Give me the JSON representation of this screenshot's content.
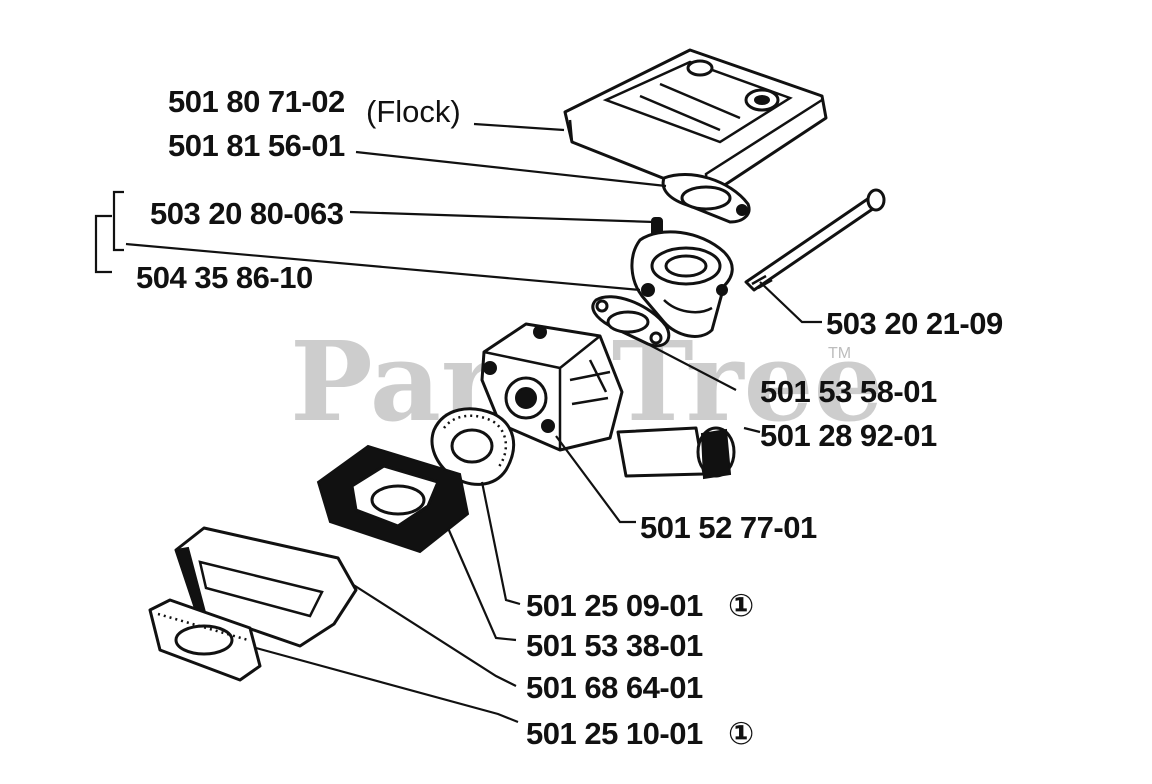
{
  "watermark": {
    "text": "PartsTree",
    "trademark": "TM",
    "color": "#bdbdbd"
  },
  "parts": [
    {
      "id": "air-filter-cover",
      "number": "501 80 71-02",
      "note": "(Flock)"
    },
    {
      "id": "filter-gasket",
      "number": "501 81 56-01",
      "note": ""
    },
    {
      "id": "screw",
      "number": "503 20 80-063",
      "note": ""
    },
    {
      "id": "filter-holder-assembly",
      "number": "504 35 86-10",
      "note": ""
    },
    {
      "id": "long-bolt",
      "number": "503 20 21-09",
      "note": ""
    },
    {
      "id": "carb-gasket",
      "number": "501 53 58-01",
      "note": ""
    },
    {
      "id": "rubber-sleeve",
      "number": "501 28 92-01",
      "note": ""
    },
    {
      "id": "carburetor",
      "number": "501 52 77-01",
      "note": ""
    },
    {
      "id": "insulator-gasket",
      "number": "501 25 09-01",
      "note": "①"
    },
    {
      "id": "intake-insulator",
      "number": "501 53 38-01",
      "note": ""
    },
    {
      "id": "intake-flange",
      "number": "501 68 64-01",
      "note": ""
    },
    {
      "id": "flange-gasket",
      "number": "501 25 10-01",
      "note": "①"
    }
  ]
}
